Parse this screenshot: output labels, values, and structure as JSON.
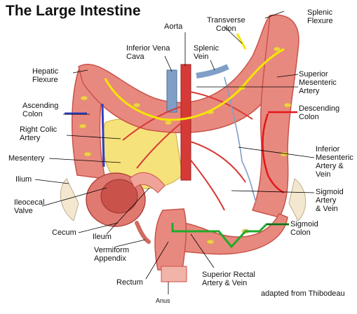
{
  "title": "The Large Intestine",
  "labels": {
    "aorta": "Aorta",
    "transverse_colon": "Transverse\nColon",
    "splenic_flexure": "Splenic\nFlexure",
    "inferior_vena_cava": "Inferior Vena\nCava",
    "splenic_vein": "Splenic\nVein",
    "hepatic_flexure": "Hepatic\nFlexure",
    "superior_mesenteric_artery": "Superior\nMesenteric\nArtery",
    "ascending_colon": "Ascending\nColon",
    "descending_colon": "Descending\nColon",
    "right_colic_artery": "Right Colic\nArtery",
    "mesentery": "Mesentery",
    "inferior_mesenteric": "Inferior\nMesenteric\nArtery &\nVein",
    "ilium": "Ilium",
    "sigmoid_artery": "Sigmoid\nArtery\n& Vein",
    "ileocecal_valve": "Ileocecal\nValve",
    "sigmoid_colon": "Sigmoid\nColon",
    "cecum": "Cecum",
    "ileum": "Ileum",
    "vermiform_appendix": "Vermiform\nAppendix",
    "rectum": "Rectum",
    "superior_rectal": "Superior Rectal\nArtery & Vein",
    "anus": "Anus"
  },
  "credit": "adapted from Thibodeau",
  "colors": {
    "intestine": "#e8897f",
    "intestine_dark": "#c9534b",
    "fat": "#f0cf4a",
    "artery": "#d63a36",
    "vein": "#7f9fc6",
    "marker_yellow": "#f5e600",
    "marker_blue": "#2d3fc4",
    "marker_red": "#e3171b",
    "marker_green": "#1faa2a"
  }
}
